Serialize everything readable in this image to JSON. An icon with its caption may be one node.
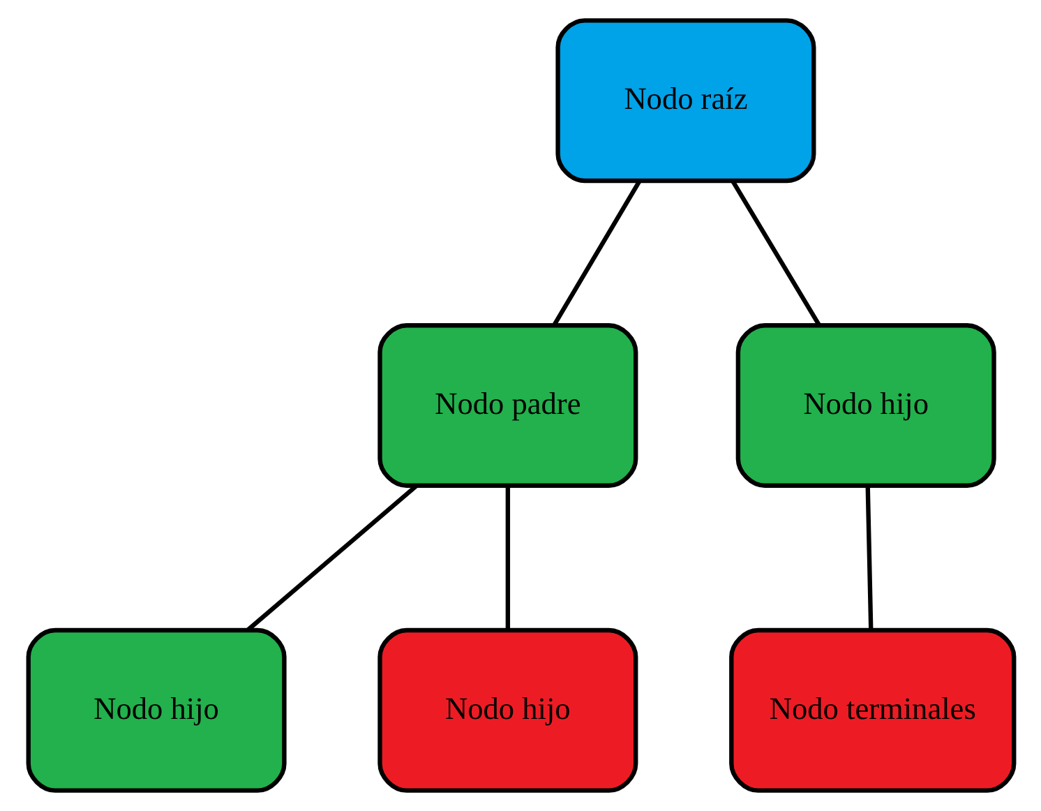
{
  "diagram": {
    "nodes": [
      {
        "text": [
          "Nodo raíz"
        ]
      },
      {
        "text": [
          "Nodo padre"
        ]
      },
      {
        "text": [
          "Nodo hijo"
        ]
      },
      {
        "text": [
          "Nodo hijo"
        ]
      },
      {
        "text": [
          "Nodo hijo"
        ]
      },
      {
        "text": [
          "Nodo terminales"
        ]
      }
    ],
    "edges": [
      {
        "from": 0,
        "to": 1,
        "arrow": "none"
      },
      {
        "from": 0,
        "to": 2,
        "arrow": "none"
      },
      {
        "from": 1,
        "to": 3,
        "arrow": "none"
      },
      {
        "from": 1,
        "to": 4,
        "arrow": "none"
      },
      {
        "from": 2,
        "to": 5,
        "arrow": "none"
      }
    ]
  }
}
